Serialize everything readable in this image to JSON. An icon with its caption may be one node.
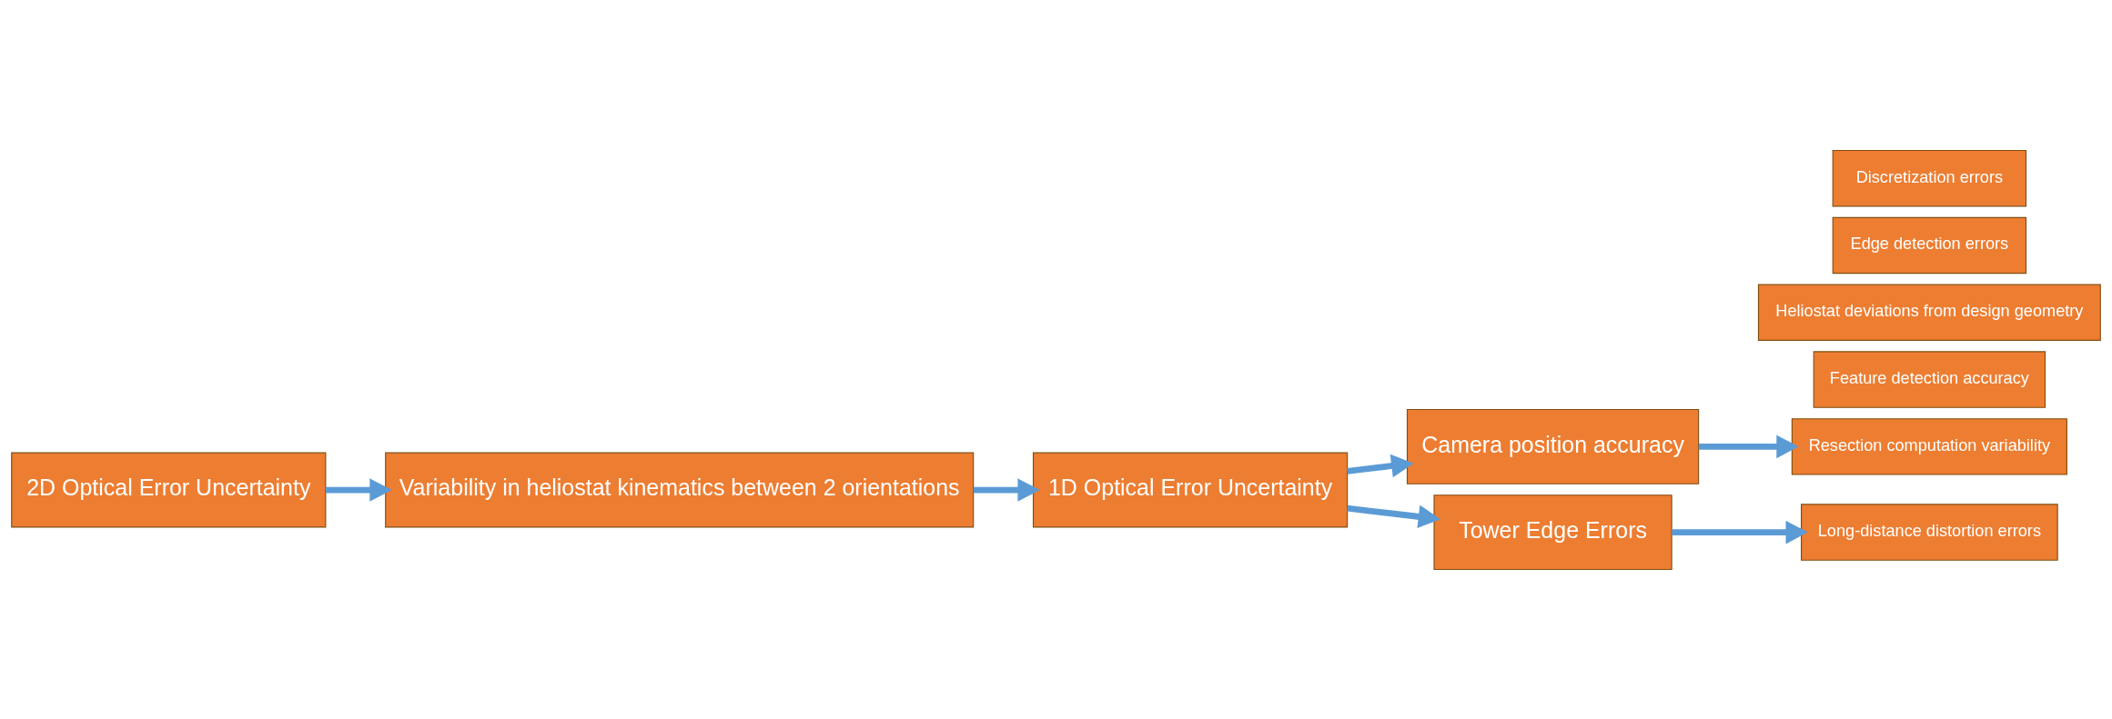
{
  "diagram": {
    "nodes": [
      {
        "text": [
          "2D Optical Error Uncertainty"
        ]
      },
      {
        "text": [
          "Variability in heliostat kinematics between 2 orientations"
        ]
      },
      {
        "text": [
          "1D Optical Error Uncertainty"
        ]
      },
      {
        "text": [
          "Camera position accuracy"
        ]
      },
      {
        "text": [
          "Tower Edge Errors"
        ]
      },
      {
        "text": [
          "Feature detection accuracy"
        ]
      },
      {
        "text": [
          "Resection computation variability"
        ]
      },
      {
        "text": [
          "Heliostat deviations from design geometry"
        ]
      },
      {
        "text": [
          "Edge detection errors"
        ]
      },
      {
        "text": [
          "Long-distance distortion errors"
        ]
      },
      {
        "text": [
          "Discretization errors"
        ]
      }
    ],
    "edges": [
      {
        "from": 0,
        "to": 1,
        "arrow": "to"
      },
      {
        "from": 1,
        "to": 2,
        "arrow": "to"
      },
      {
        "from": 2,
        "to": 3,
        "arrow": "to"
      },
      {
        "from": 2,
        "to": 4,
        "arrow": "to"
      },
      {
        "from": 3,
        "to": 6,
        "arrow": "to"
      },
      {
        "from": 4,
        "to": 9,
        "arrow": "to"
      }
    ]
  }
}
